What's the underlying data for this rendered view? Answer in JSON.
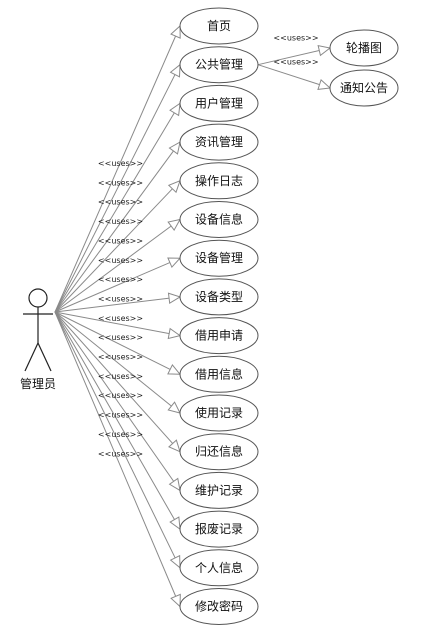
{
  "actor": {
    "label": "管理员"
  },
  "relation_label": "<<uses>>",
  "main_use_cases": [
    {
      "id": "home",
      "label": "首页"
    },
    {
      "id": "public-mgmt",
      "label": "公共管理"
    },
    {
      "id": "user-mgmt",
      "label": "用户管理"
    },
    {
      "id": "news-mgmt",
      "label": "资讯管理"
    },
    {
      "id": "operation-log",
      "label": "操作日志"
    },
    {
      "id": "device-info",
      "label": "设备信息"
    },
    {
      "id": "device-mgmt",
      "label": "设备管理"
    },
    {
      "id": "device-type",
      "label": "设备类型"
    },
    {
      "id": "borrow-apply",
      "label": "借用申请"
    },
    {
      "id": "borrow-info",
      "label": "借用信息"
    },
    {
      "id": "usage-record",
      "label": "使用记录"
    },
    {
      "id": "return-info",
      "label": "归还信息"
    },
    {
      "id": "maintenance-record",
      "label": "维护记录"
    },
    {
      "id": "scrap-record",
      "label": "报废记录"
    },
    {
      "id": "personal-info",
      "label": "个人信息"
    },
    {
      "id": "change-password",
      "label": "修改密码"
    }
  ],
  "sub_use_cases": [
    {
      "id": "carousel",
      "label": "轮播图",
      "parent": "public-mgmt"
    },
    {
      "id": "notice",
      "label": "通知公告",
      "parent": "public-mgmt"
    }
  ]
}
